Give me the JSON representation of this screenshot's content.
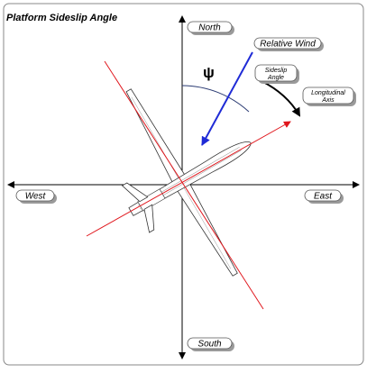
{
  "title": "Platform Sideslip Angle",
  "directions": {
    "north": "North",
    "south": "South",
    "east": "East",
    "west": "West"
  },
  "labels": {
    "relative_wind": "Relative Wind",
    "sideslip_line1": "Sideslip",
    "sideslip_line2": "Angle",
    "longitudinal_line1": "Longitudinal",
    "longitudinal_line2": "Axis",
    "psi": "ψ"
  },
  "colors": {
    "relative_wind": "#1f2bd6",
    "axis_red": "#e0161c",
    "compass": "#000000",
    "arc": "#2b3b73"
  }
}
